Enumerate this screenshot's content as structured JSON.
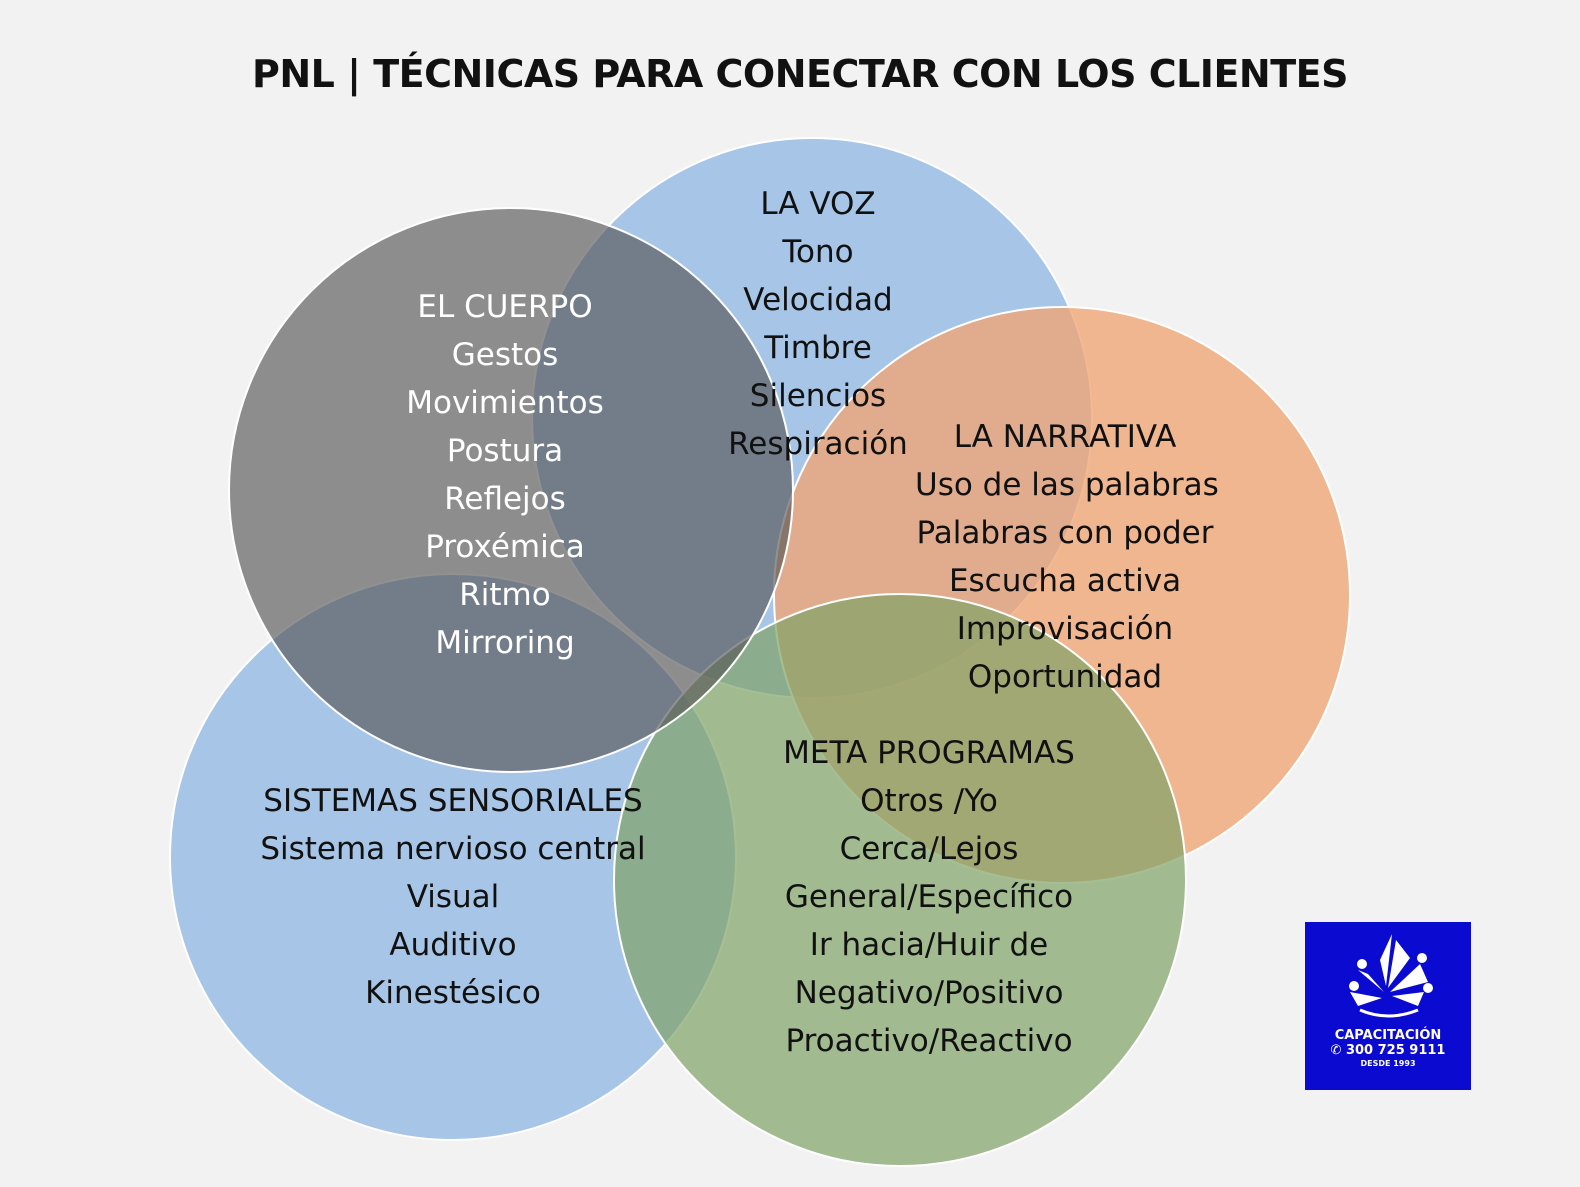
{
  "title": "PNL | TÉCNICAS PARA CONECTAR CON LOS CLIENTES",
  "circles": {
    "voz": {
      "heading": "LA VOZ",
      "items": [
        "Tono",
        "Velocidad",
        "Timbre",
        "Silencios",
        "Respiración"
      ]
    },
    "cuerpo": {
      "heading": "EL CUERPO",
      "items": [
        "Gestos",
        "Movimientos",
        "Postura",
        "Reflejos",
        "Proxémica",
        "Ritmo",
        "Mirroring"
      ]
    },
    "narrativa": {
      "heading": "LA NARRATIVA",
      "items": [
        "Uso de las palabras",
        "Palabras con poder",
        "Escucha activa",
        "Improvisación",
        "Oportunidad"
      ]
    },
    "sensoriales": {
      "heading": "SISTEMAS SENSORIALES",
      "items": [
        "Sistema nervioso central",
        "Visual",
        "Auditivo",
        "Kinestésico"
      ]
    },
    "meta": {
      "heading": "META PROGRAMAS",
      "items": [
        "Otros /Yo",
        "Cerca/Lejos",
        "General/Específico",
        "Ir hacia/Huir de",
        "Negativo/Positivo",
        "Proactivo/Reactivo"
      ]
    }
  },
  "logo": {
    "line1": "CAPACITACIÓN",
    "line2": "✆ 300 725 9111",
    "line3": "DESDE 1993"
  },
  "colors": {
    "background": "#f2f2f2",
    "blue": "#a7c5e6",
    "gray": "#7a7a7a",
    "orange": "#f0b48c",
    "green": "#9db88a",
    "logo": "#0a0ad0"
  }
}
